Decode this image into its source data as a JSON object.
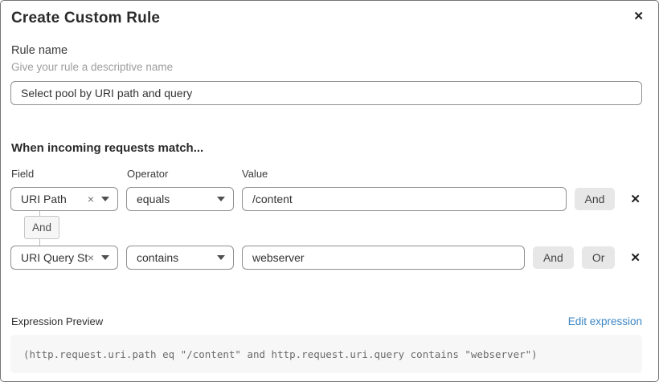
{
  "modal": {
    "title": "Create Custom Rule"
  },
  "icons": {
    "close": "✕",
    "remove": "✕",
    "clear": "×"
  },
  "rule_name": {
    "label": "Rule name",
    "helper": "Give your rule a descriptive name",
    "value": "Select pool by URI path and query"
  },
  "matcher": {
    "heading": "When incoming requests match...",
    "columns": {
      "field": "Field",
      "operator": "Operator",
      "value": "Value"
    },
    "rows": [
      {
        "field": "URI Path",
        "operator": "equals",
        "value": "/content",
        "connectors": [
          "And"
        ]
      },
      {
        "field": "URI Query St...",
        "operator": "contains",
        "value": "webserver",
        "connectors": [
          "And",
          "Or"
        ]
      }
    ],
    "joiner": "And"
  },
  "expression": {
    "label": "Expression Preview",
    "edit_link": "Edit expression",
    "code": "(http.request.uri.path eq \"/content\" and http.request.uri.query contains \"webserver\")"
  },
  "colors": {
    "link": "#3c86c4",
    "button_bg": "#e7e7e7",
    "code_bg": "#f7f7f7",
    "border_gray": "#8f8f8f"
  }
}
